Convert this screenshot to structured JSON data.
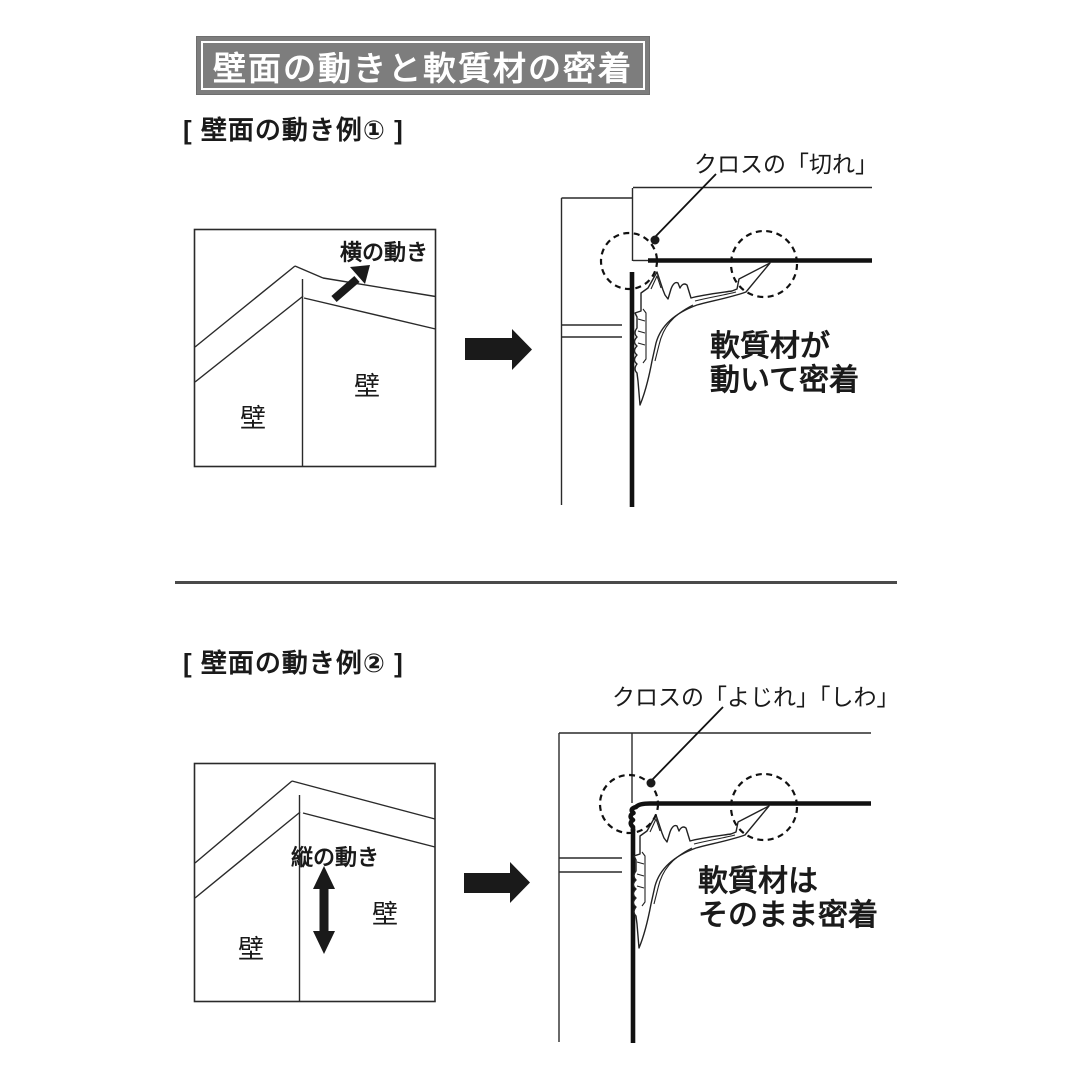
{
  "title": {
    "text": "壁面の動きと軟質材の密着"
  },
  "colors": {
    "title_bg": "#7d7d7d",
    "title_fg": "#ffffff",
    "line": "#1a1a1a",
    "divider": "#4a4a4a"
  },
  "sections": [
    {
      "label": "[ 壁面の動き例① ]",
      "wall_diagram": {
        "movement_label": "横の動き",
        "wall_label_left": "壁",
        "wall_label_right": "壁"
      },
      "detail_diagram": {
        "callout": "クロスの「切れ」",
        "result_line1": "軟質材が",
        "result_line2": "動いて密着"
      }
    },
    {
      "label": "[ 壁面の動き例② ]",
      "wall_diagram": {
        "movement_label": "縦の動き",
        "wall_label_left": "壁",
        "wall_label_right": "壁"
      },
      "detail_diagram": {
        "callout": "クロスの「よじれ」「しわ」",
        "result_line1": "軟質材は",
        "result_line2": "そのまま密着"
      }
    }
  ]
}
